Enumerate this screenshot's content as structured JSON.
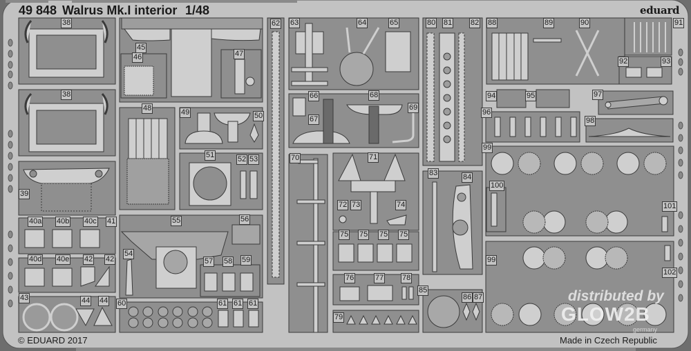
{
  "sheet": {
    "product_code": "49 848",
    "title": "Walrus Mk.I interior",
    "scale": "1/48",
    "brand": "eduard",
    "copyright": "© EDUARD 2017",
    "origin": "Made in Czech Republic",
    "watermark": {
      "line1": "distributed by",
      "line2": "GLOW2B",
      "line3": "germany"
    }
  },
  "colors": {
    "fret_outer": "#6e6e6e",
    "fret_sheet": "#c2c2c2",
    "part_bg": "#8f8f8f",
    "part_light": "#cfcfcf",
    "outline": "#3a3a3a"
  },
  "part_labels": [
    "38",
    "38",
    "39",
    "40a",
    "40b",
    "40c",
    "41",
    "40d",
    "40e",
    "42",
    "42",
    "43",
    "44",
    "44",
    "45",
    "46",
    "47",
    "48",
    "49",
    "50",
    "51",
    "52",
    "53",
    "54",
    "55",
    "56",
    "57",
    "58",
    "59",
    "60",
    "61",
    "61",
    "61",
    "62",
    "63",
    "64",
    "65",
    "66",
    "67",
    "68",
    "69",
    "70",
    "71",
    "72",
    "73",
    "74",
    "75",
    "75",
    "75",
    "75",
    "76",
    "77",
    "78",
    "79",
    "80",
    "81",
    "82",
    "83",
    "84",
    "85",
    "86",
    "87",
    "88",
    "89",
    "90",
    "91",
    "92",
    "93",
    "94",
    "95",
    "96",
    "97",
    "98",
    "99",
    "99",
    "100",
    "101",
    "102"
  ]
}
